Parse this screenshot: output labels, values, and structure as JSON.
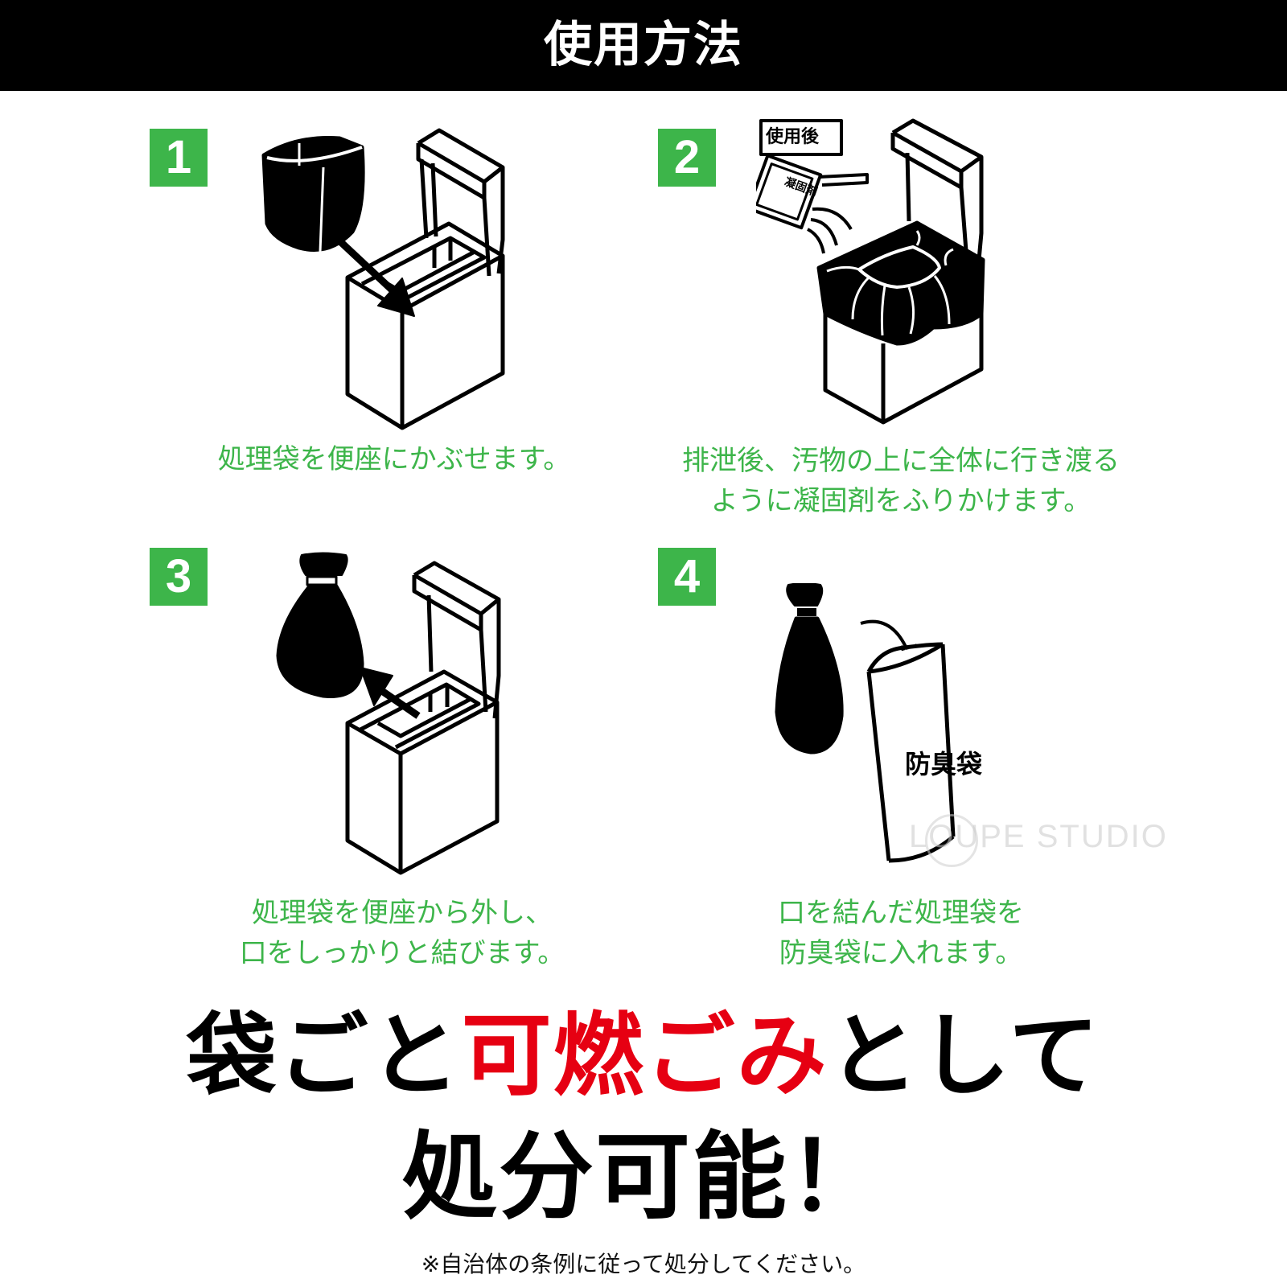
{
  "header": {
    "title": "使用方法",
    "bg_color": "#000000",
    "text_color": "#ffffff"
  },
  "colors": {
    "accent_green": "#3db54a",
    "highlight_red": "#e60012",
    "text_black": "#000000"
  },
  "steps": [
    {
      "number": "1",
      "caption_lines": [
        "処理袋を便座にかぶせます。"
      ],
      "illustration": "bag-into-toilet-box-icon"
    },
    {
      "number": "2",
      "caption_lines": [
        "排泄後、汚物の上に全体に行き渡る",
        "ように凝固剤をふりかけます。"
      ],
      "illustration": "sprinkle-coagulant-icon",
      "labels": {
        "after_use": "使用後",
        "packet": "凝固剤"
      }
    },
    {
      "number": "3",
      "caption_lines": [
        "処理袋を便座から外し、",
        "口をしっかりと結びます。"
      ],
      "illustration": "remove-tied-bag-icon"
    },
    {
      "number": "4",
      "caption_lines": [
        "口を結んだ処理袋を",
        "防臭袋に入れます。"
      ],
      "illustration": "bag-into-deodorant-bag-icon",
      "labels": {
        "deodorant_bag": "防臭袋"
      }
    }
  ],
  "headline": {
    "line1": [
      {
        "text": "袋ごと",
        "color": "#000000"
      },
      {
        "text": "可燃ごみ",
        "color": "#e60012"
      },
      {
        "text": "として",
        "color": "#000000"
      }
    ],
    "line2": "処分可能！"
  },
  "footnote": "※自治体の条例に従って処分してください。",
  "watermark": "LOUPE STUDIO"
}
